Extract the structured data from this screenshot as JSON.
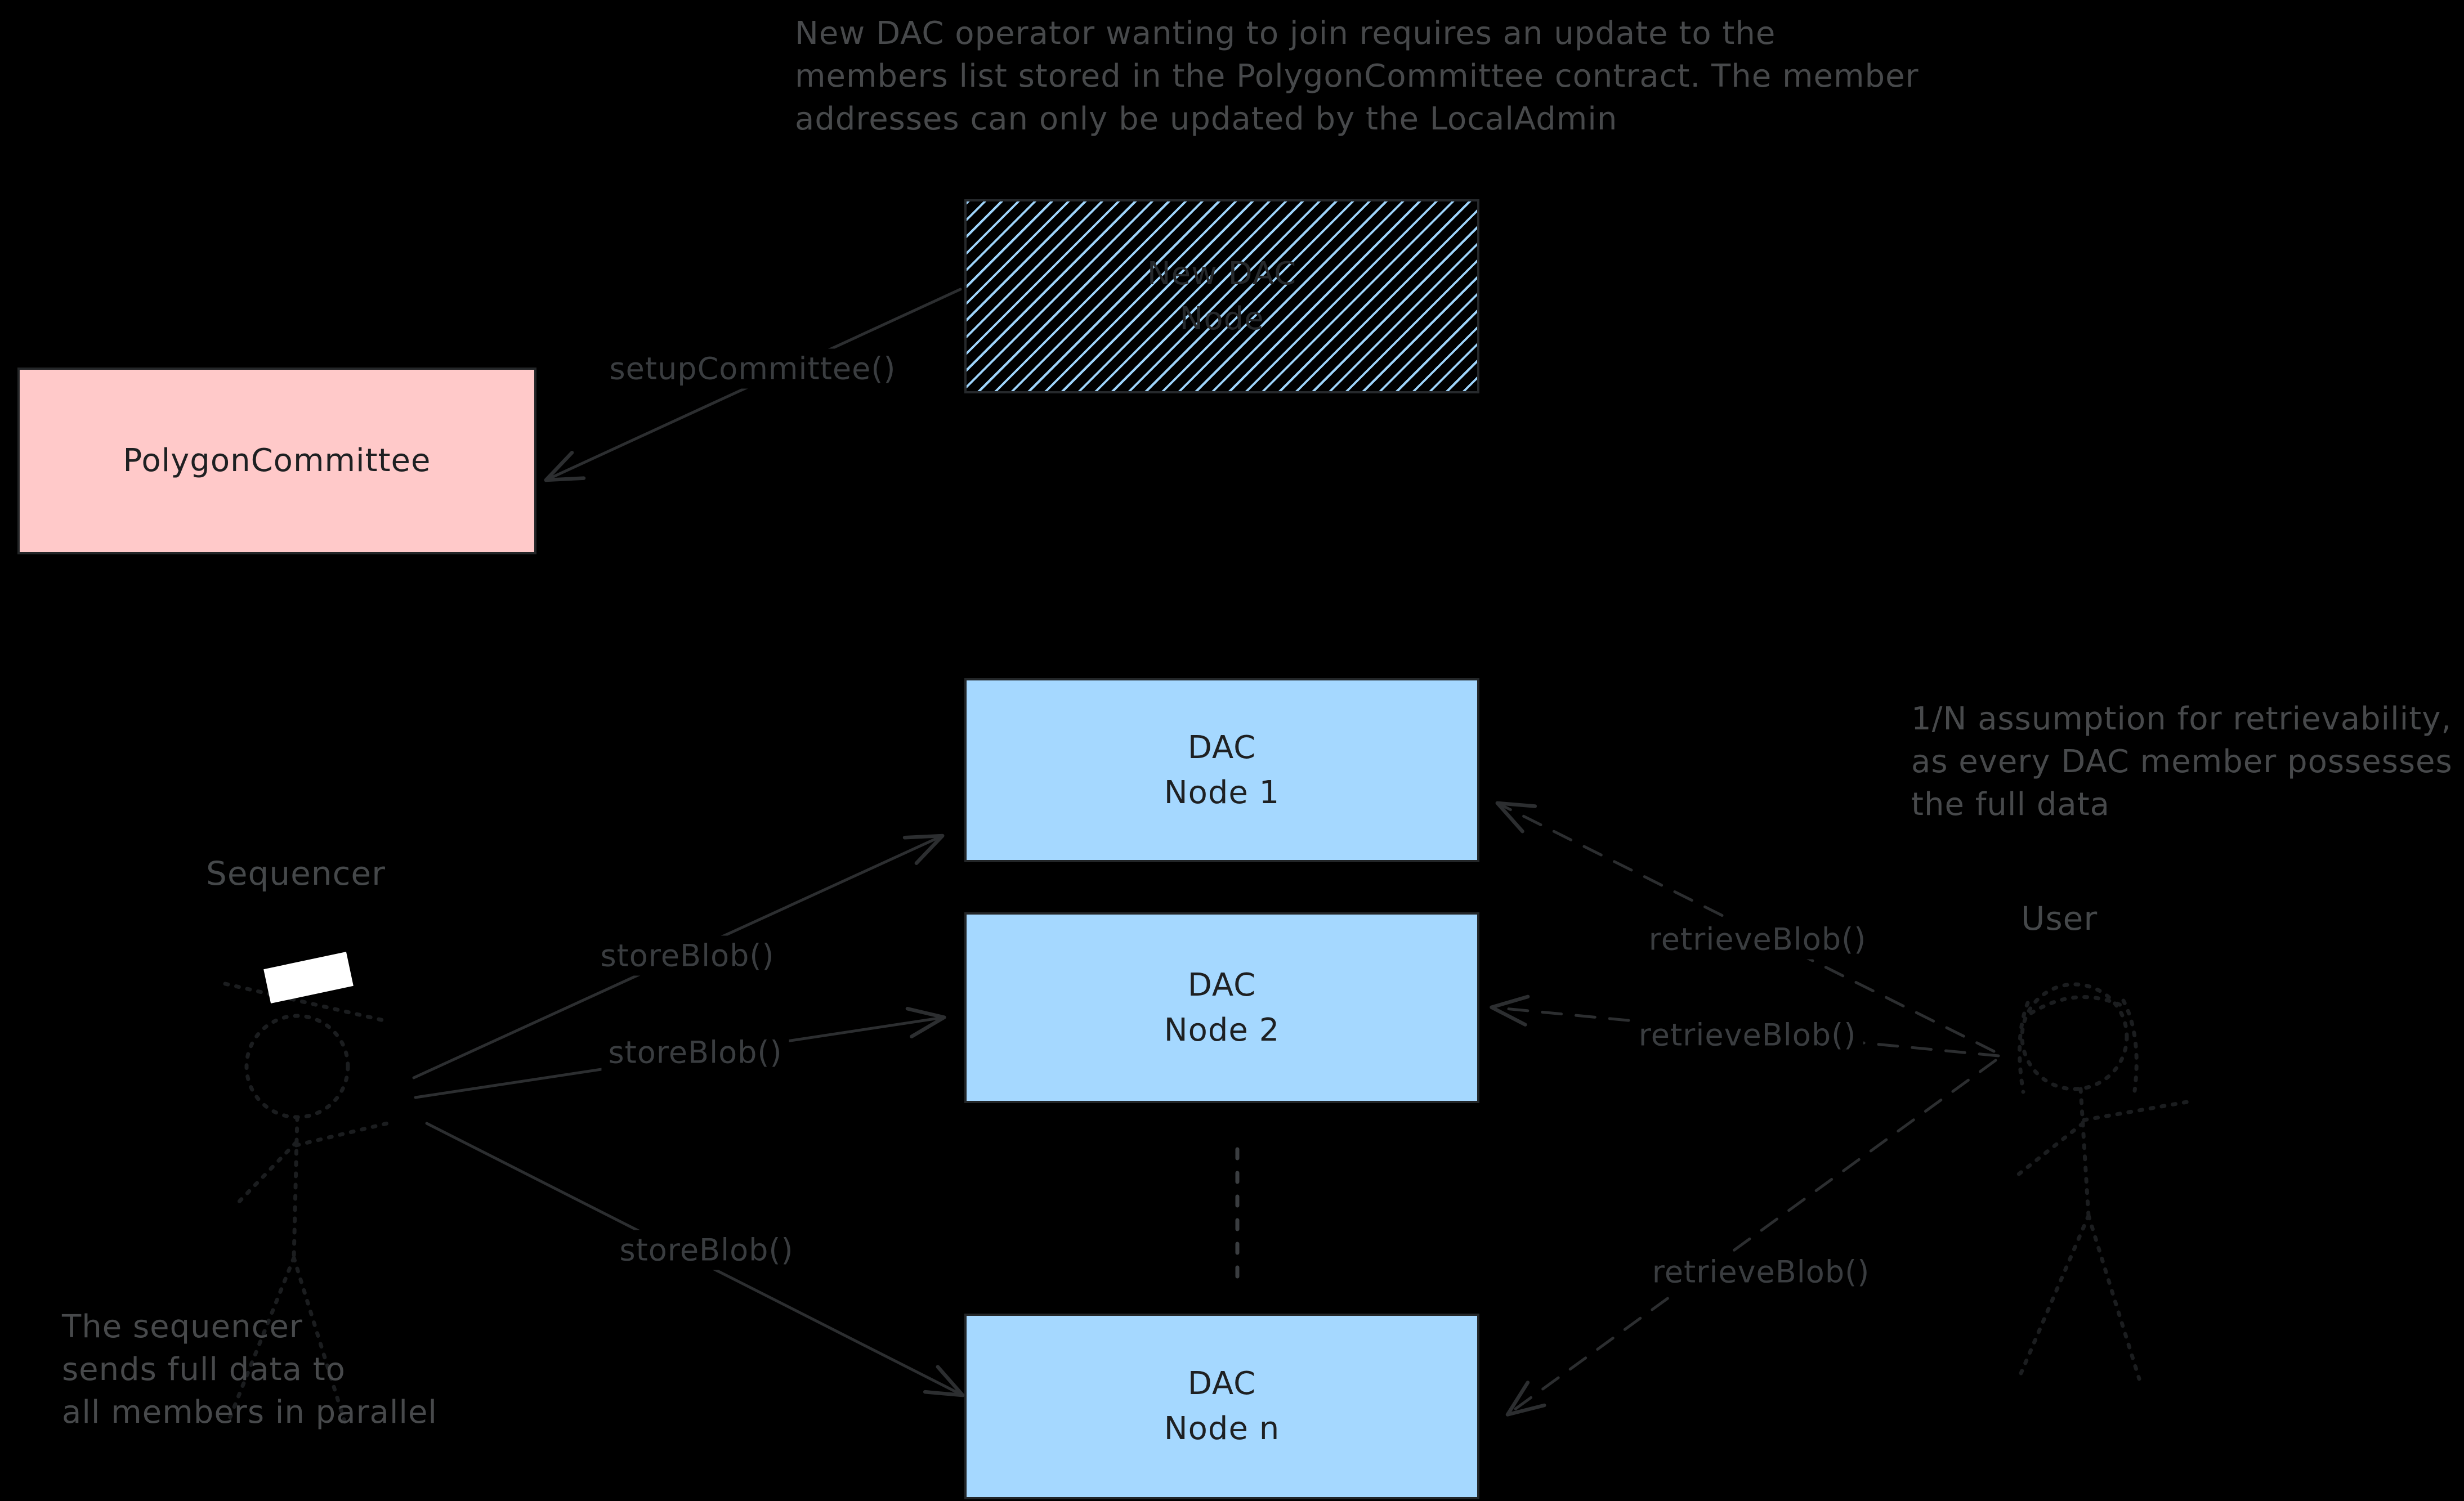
{
  "diagram": {
    "background": "#000000",
    "colors": {
      "node_fill": "#a5d8ff",
      "committee_fill": "#ffc9c9",
      "hatch_line": "#9ed4fb",
      "arrow_stroke": "#2c2e30",
      "edge_label_text": "#3a3d40",
      "note_text": "#47494b",
      "box_text": "#1e2022",
      "figure_stroke": "#1b1d1f",
      "sequencer_hat": "#ffffff"
    },
    "notes": {
      "admin": {
        "lines": [
          "New DAC operator wanting to join requires an update to the",
          "members list stored in the PolygonCommittee contract. The member",
          "addresses can only be updated by the LocalAdmin"
        ]
      },
      "retrievability": {
        "lines": [
          "1/N assumption for retrievability,",
          "as every DAC member possesses",
          "the full data"
        ]
      },
      "parallel": {
        "lines": [
          "The sequencer",
          "sends full data to",
          "all members in parallel"
        ]
      }
    },
    "actors": {
      "sequencer": {
        "label": "Sequencer"
      },
      "user": {
        "label": "User"
      }
    },
    "boxes": {
      "new_dac_node": {
        "lines": [
          "New DAC",
          "Node"
        ]
      },
      "polygon_committee": {
        "label": "PolygonCommittee"
      },
      "dac_node_1": {
        "lines": [
          "DAC",
          "Node 1"
        ]
      },
      "dac_node_2": {
        "lines": [
          "DAC",
          "Node 2"
        ]
      },
      "dac_node_n": {
        "lines": [
          "DAC",
          "Node n"
        ]
      }
    },
    "edges": {
      "setup_committee": {
        "label": "setupCommittee()"
      },
      "store_blob_1": {
        "label": "storeBlob()"
      },
      "store_blob_2": {
        "label": "storeBlob()"
      },
      "store_blob_3": {
        "label": "storeBlob()"
      },
      "retrieve_blob_1": {
        "label": "retrieveBlob()"
      },
      "retrieve_blob_2": {
        "label": "retrieveBlob()"
      },
      "retrieve_blob_3": {
        "label": "retrieveBlob()"
      }
    }
  }
}
